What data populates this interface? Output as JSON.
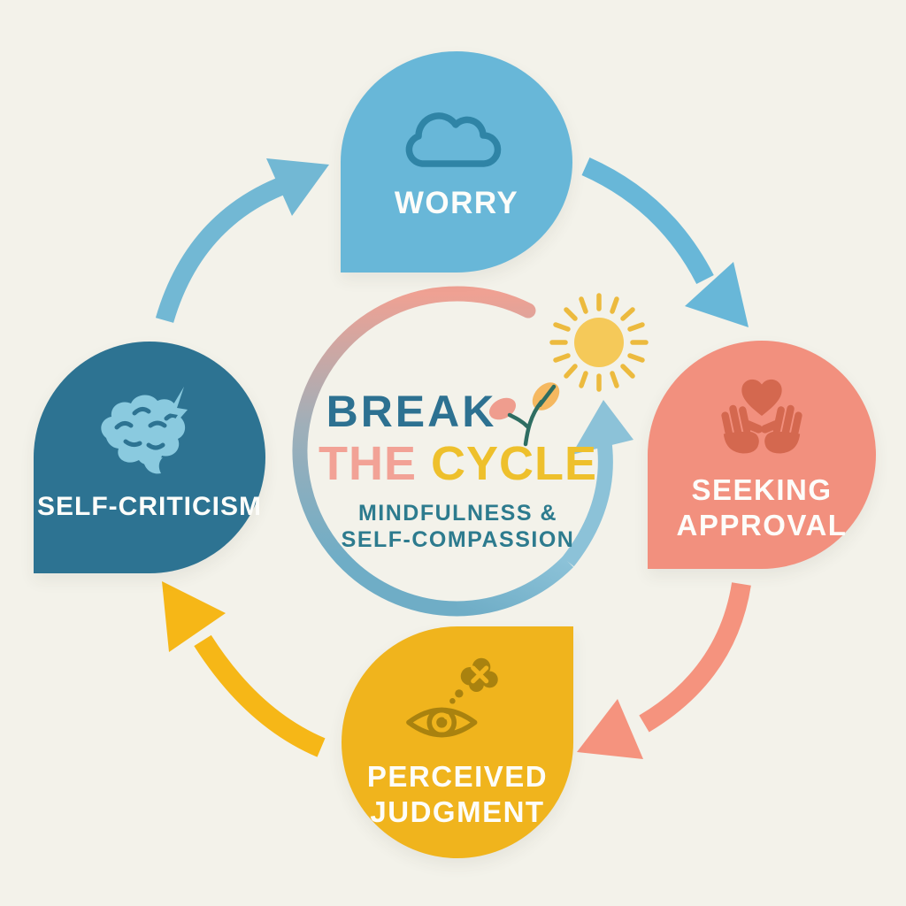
{
  "center": {
    "title_break": "BREAK",
    "title_the": "THE",
    "title_cycle": "CYCLE",
    "subtitle_line1": "MINDFULNESS &",
    "subtitle_line2": "SELF-COMPASSION"
  },
  "nodes": {
    "worry": {
      "label": "WORRY",
      "icon": "cloud-icon"
    },
    "seeking_approval": {
      "label_line1": "SEEKING",
      "label_line2": "APPROVAL",
      "icon": "hands-heart-icon"
    },
    "perceived_judgment": {
      "label_line1": "PERCEIVED",
      "label_line2": "JUDGMENT",
      "icon": "eye-thought-icon"
    },
    "self_criticism": {
      "label": "SELF-CRITICISM",
      "icon": "brain-lightning-icon"
    }
  },
  "cycle_order": [
    "WORRY",
    "SEEKING APPROVAL",
    "PERCEIVED JUDGMENT",
    "SELF-CRITICISM"
  ],
  "palette": {
    "bg": "#f3f2ea",
    "worry": "#68b7d8",
    "worry_icon": "#2f84a6",
    "self_criticism": "#2d7392",
    "self_criticism_icon": "#8acadf",
    "approval": "#f2907e",
    "approval_icon": "#d4684f",
    "judgment": "#f0b41d",
    "judgment_icon": "#a9820f",
    "arrow_top_left": "#72b8d4",
    "arrow_top_right": "#68b7d8",
    "arrow_bottom_right": "#f5937e",
    "arrow_bottom_left": "#f6b717",
    "ring_salmon": "#efa193",
    "ring_gray": "#9fafb9",
    "ring_teal": "#6fadc6",
    "ring_light": "#8cc2d8",
    "sun_body": "#f5c959",
    "sun_rays": "#ecba3e",
    "title_blue": "#2d7191",
    "title_salmon": "#f2a296",
    "title_yellow": "#eec02c",
    "subtitle_teal": "#2d7b8e",
    "label_white": "#fdfdfa",
    "sprout_salmon": "#ef9d8e",
    "sprout_orange": "#f5b860",
    "sprout_stem": "#2e6e62"
  }
}
